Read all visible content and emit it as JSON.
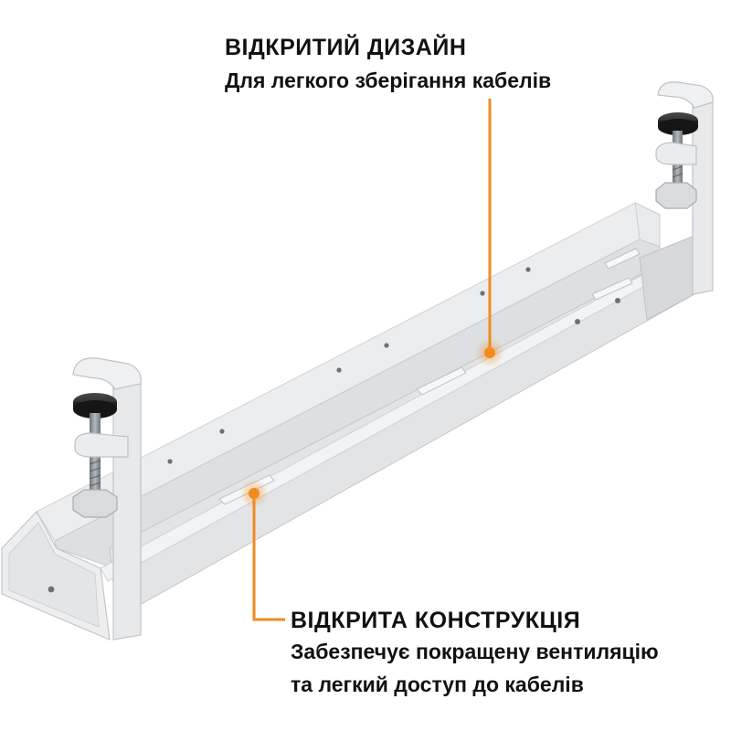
{
  "callouts": {
    "open_design": {
      "title": "ВІДКРИТИЙ ДИЗАЙН",
      "description": "Для легкого зберігання кабелів"
    },
    "open_construction": {
      "title": "ВІДКРИТА КОНСТРУКЦІЯ",
      "description_line1": "Забезпечує покращену вентиляцію",
      "description_line2": "та легкий доступ до кабелів"
    }
  },
  "colors": {
    "accent": "#F28A1E",
    "tray": "#E6E7E9",
    "tray_shadow": "#C9CBCE",
    "tray_highlight": "#F4F5F6",
    "knob": "#2B2B2B",
    "screw": "#8E949B",
    "text": "#111111"
  }
}
